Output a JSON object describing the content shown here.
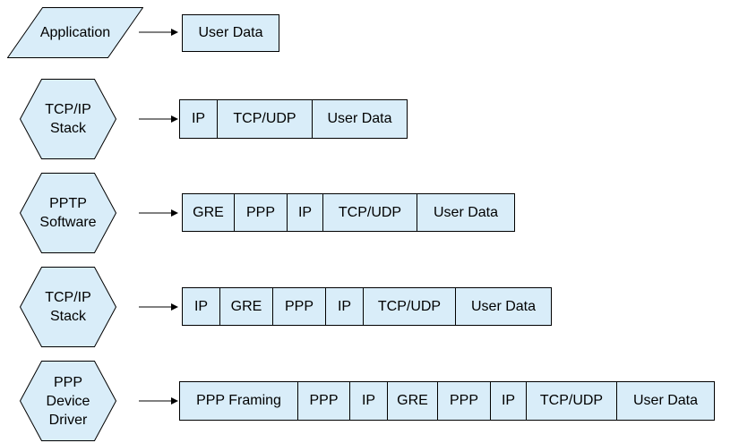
{
  "colors": {
    "shape_fill": "#d9edf9",
    "outline": "#000000",
    "text": "#000000",
    "background": "#ffffff"
  },
  "rows": [
    {
      "shape": {
        "type": "parallelogram",
        "label": "Application"
      },
      "cells": [
        "User Data"
      ]
    },
    {
      "shape": {
        "type": "hexagon",
        "label": "TCP/IP\nStack"
      },
      "cells": [
        "IP",
        "TCP/UDP",
        "User Data"
      ]
    },
    {
      "shape": {
        "type": "hexagon",
        "label": "PPTP\nSoftware"
      },
      "cells": [
        "GRE",
        "PPP",
        "IP",
        "TCP/UDP",
        "User Data"
      ]
    },
    {
      "shape": {
        "type": "hexagon",
        "label": "TCP/IP\nStack"
      },
      "cells": [
        "IP",
        "GRE",
        "PPP",
        "IP",
        "TCP/UDP",
        "User Data"
      ]
    },
    {
      "shape": {
        "type": "hexagon",
        "label": "PPP\nDevice\nDriver"
      },
      "cells": [
        "PPP Framing",
        "PPP",
        "IP",
        "GRE",
        "PPP",
        "IP",
        "TCP/UDP",
        "User Data"
      ]
    }
  ]
}
